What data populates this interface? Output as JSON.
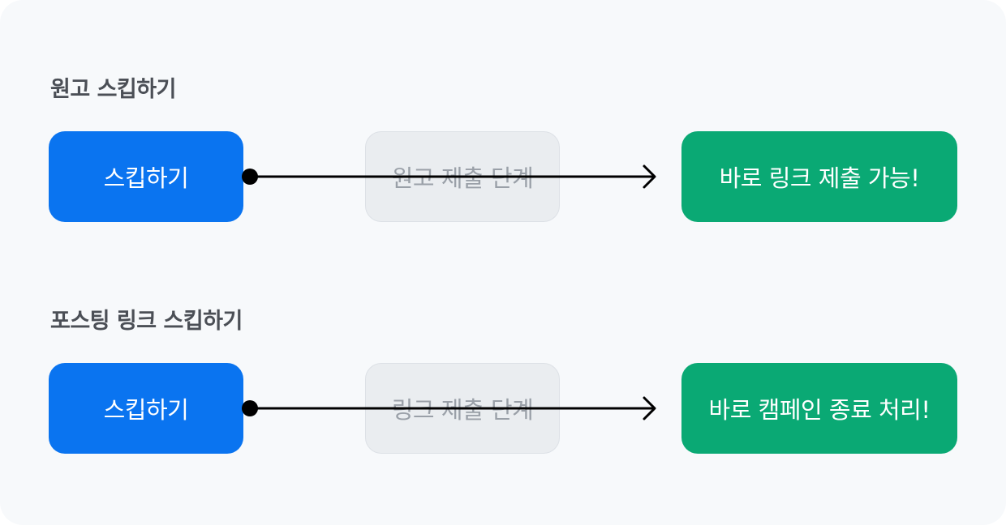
{
  "rows": [
    {
      "title": "원고 스킵하기",
      "skip_label": "스킵하기",
      "skipped_step": "원고 제출 단계",
      "result": "바로 링크 제출 가능!"
    },
    {
      "title": "포스팅 링크 스킵하기",
      "skip_label": "스킵하기",
      "skipped_step": "링크 제출 단계",
      "result": "바로 캠페인 종료 처리!"
    }
  ],
  "colors": {
    "skip_button": "#0a74f0",
    "skipped_step": "#eaedf0",
    "result": "#0aa974",
    "arrow": "#000000"
  }
}
